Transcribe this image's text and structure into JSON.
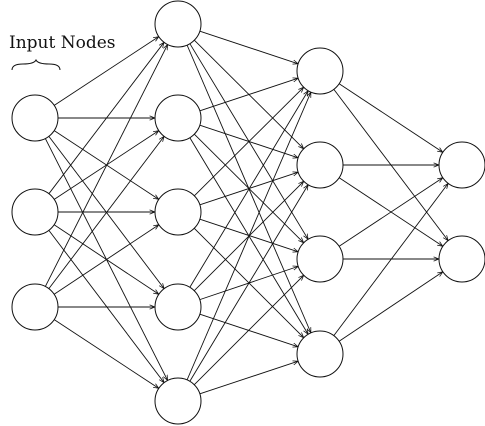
{
  "annotation": {
    "text": "Input Nodes"
  },
  "network": {
    "layers": [
      3,
      5,
      4,
      2
    ],
    "connections": "fully-connected",
    "edge_style": "directed-arrow",
    "node_fill": "#ffffff",
    "stroke_color": "#111111"
  }
}
